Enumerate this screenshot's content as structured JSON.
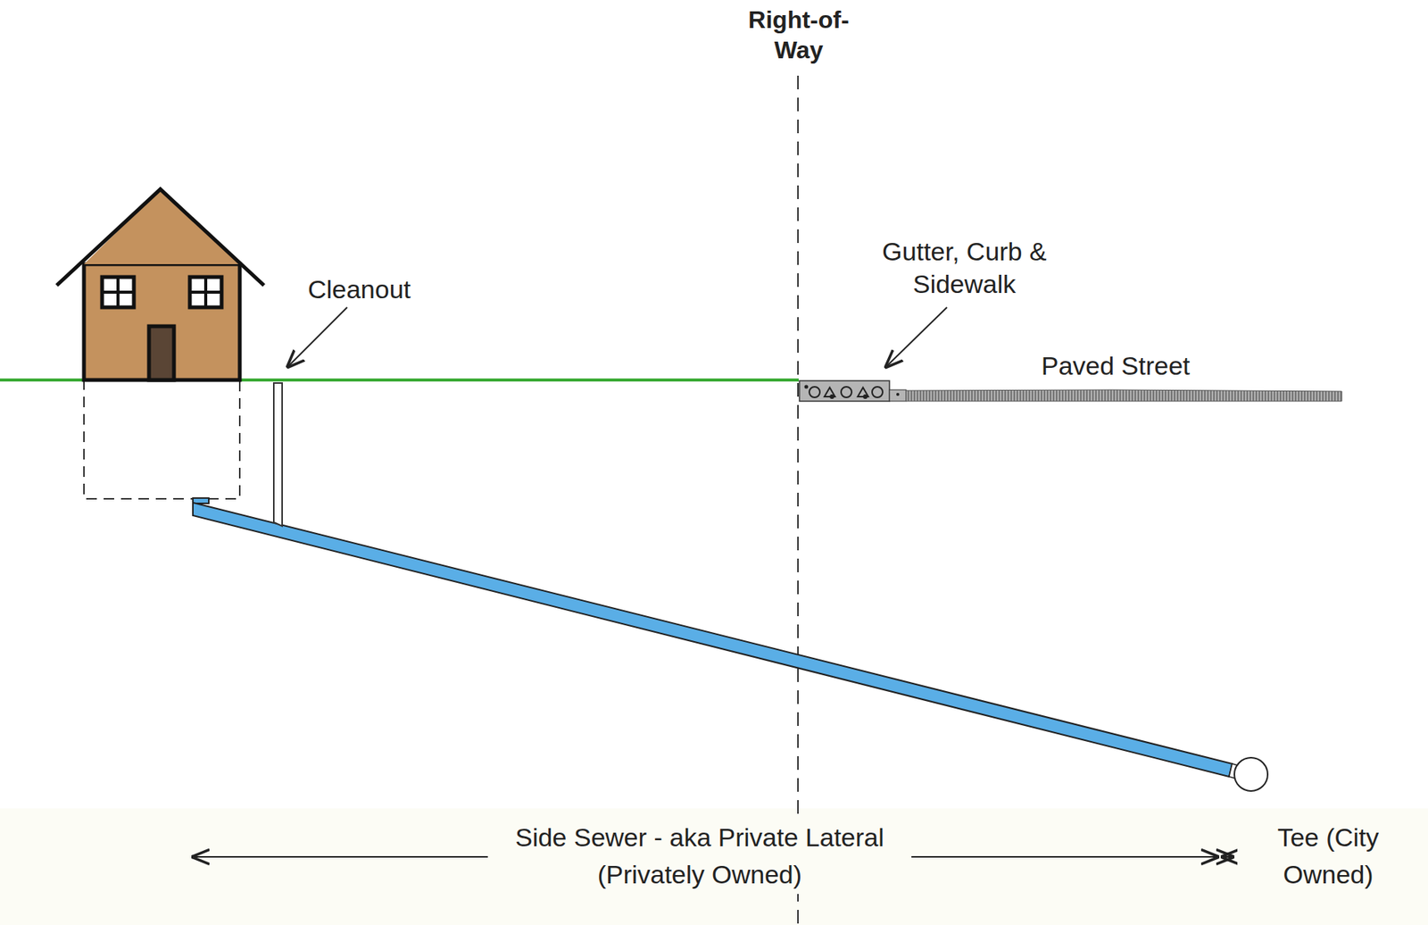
{
  "diagram": {
    "labels": [
      "Right-of-Way",
      "Cleanout",
      "Gutter, Curb & Sidewalk",
      "Paved Street",
      "Side Sewer - aka Private Lateral (Privately Owned)",
      "Tee (City Owned)"
    ]
  }
}
